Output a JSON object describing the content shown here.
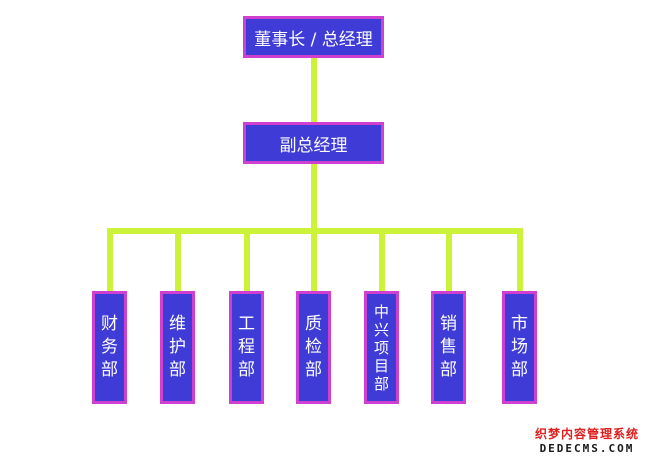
{
  "colors": {
    "node_fill": "#3f3bd6",
    "node_border": "#d040d0",
    "connector": "#cdf23a",
    "text": "#ffffff"
  },
  "chart": {
    "top_node": "董事长 / 总经理",
    "mid_node": "副总经理",
    "departments": [
      "财务部",
      "维护部",
      "工程部",
      "质检部",
      "中兴项目部",
      "销售部",
      "市场部"
    ]
  },
  "watermark": {
    "cn": "织梦内容管理系统",
    "en": "DEDECMS.COM"
  }
}
